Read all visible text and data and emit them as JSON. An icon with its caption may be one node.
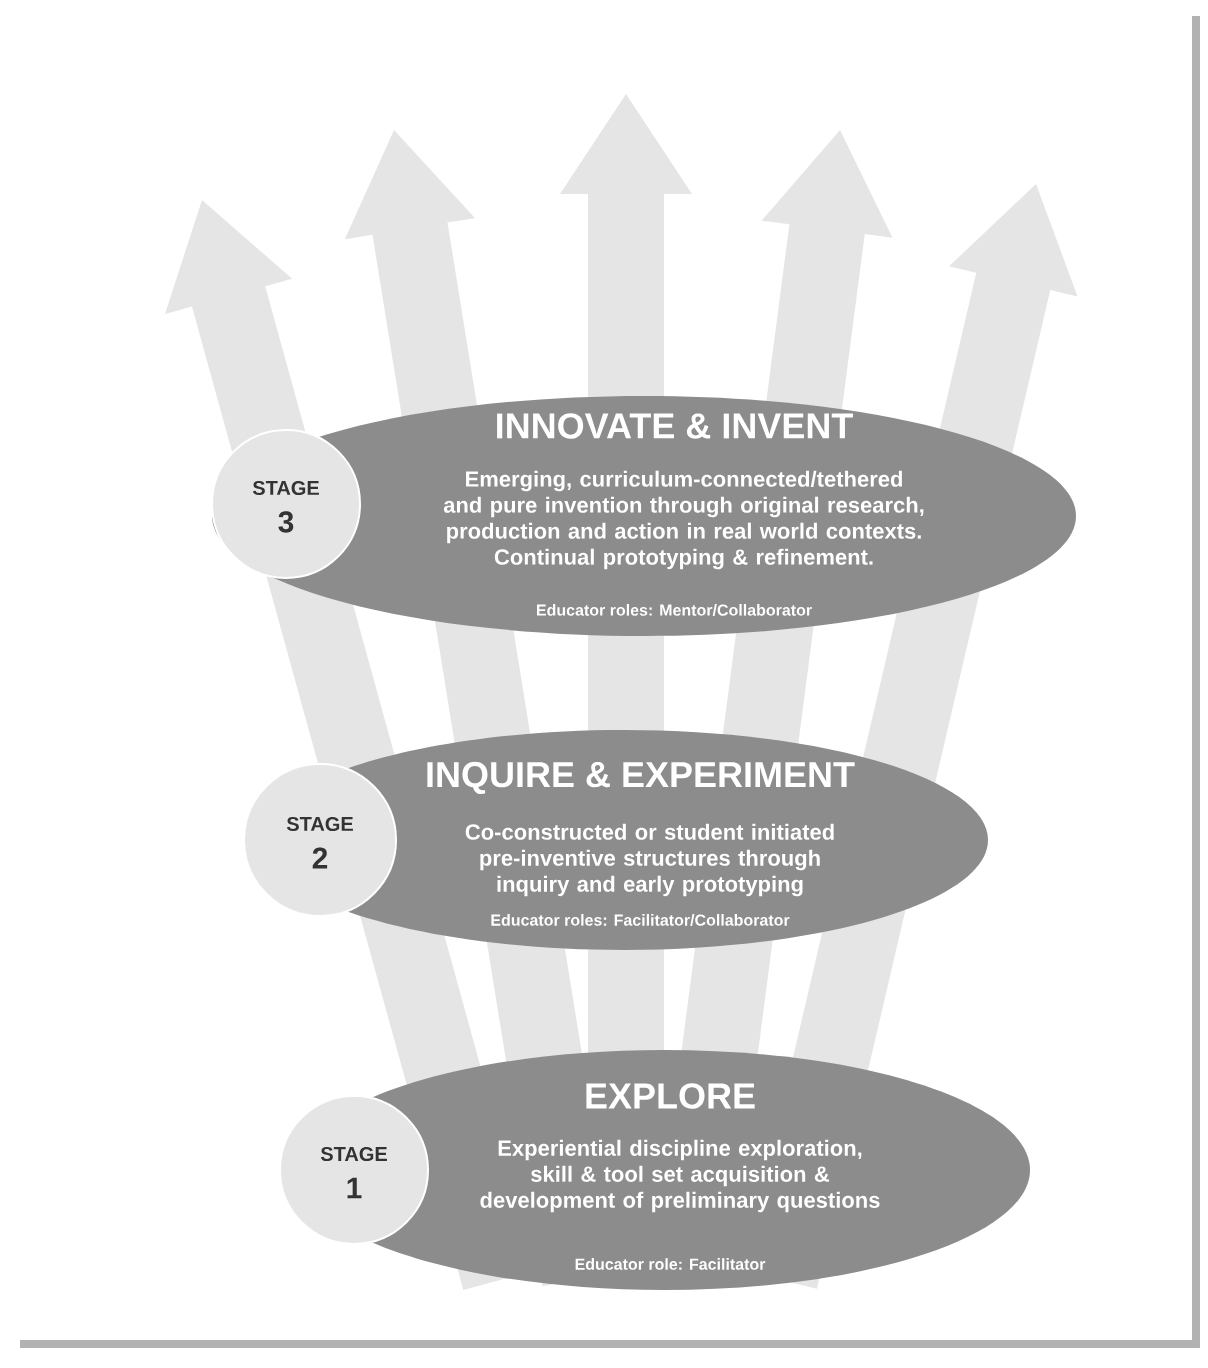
{
  "diagram": {
    "nodes": [
      {
        "text": [
          "INNOVATE & INVENT",
          "Emerging, curriculum-connected/tethered and pure invention through original research, production and action in real world contexts. Continual prototyping & refinement.",
          "Educator roles: Mentor/Collaborator"
        ]
      },
      {
        "text": [
          "STAGE",
          "3"
        ],
        "in": 0
      },
      {
        "text": [
          "INQUIRE & EXPERIMENT",
          "Co-constructed or student initiated pre-inventive structures through inquiry and early prototyping",
          "Educator roles: Facilitator/Collaborator"
        ]
      },
      {
        "text": [
          "STAGE",
          "2"
        ],
        "in": 2
      },
      {
        "text": [
          "EXPLORE",
          "Experiential discipline exploration, skill & tool set acquisition & development of preliminary questions",
          "Educator role: Facilitator"
        ]
      },
      {
        "text": [
          "STAGE",
          "1"
        ],
        "in": 4
      }
    ]
  }
}
